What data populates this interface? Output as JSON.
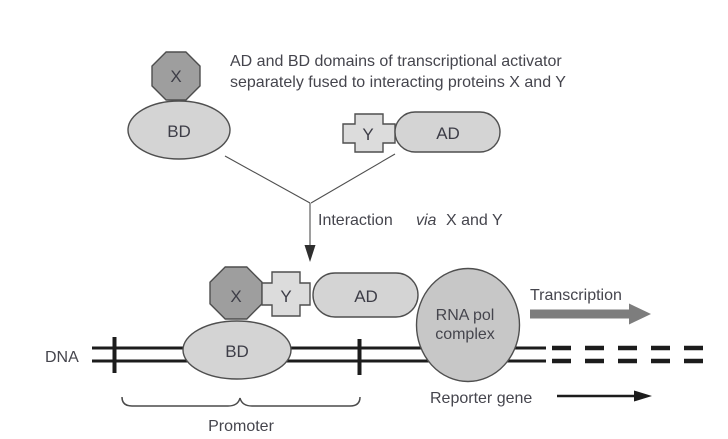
{
  "palette": {
    "shape_dark": "#9e9e9e",
    "shape_light": "#d4d4d4",
    "cross_fill": "#dcdcdc",
    "rna_fill": "#c7c7c7",
    "arrow_gray": "#7d7d7d",
    "text_color": "#45454d",
    "line_black": "#1c1c1c"
  },
  "heading": {
    "line1": "AD and BD domains of transcriptional activator",
    "line2": "separately fused to interacting proteins X and Y"
  },
  "top_assembly": {
    "x_label": "X",
    "bd_label": "BD",
    "y_label": "Y",
    "ad_label": "AD"
  },
  "interaction": {
    "prefix": "Interaction",
    "via": "via",
    "suffix": "X and Y"
  },
  "bottom_assembly": {
    "x_label": "X",
    "y_label": "Y",
    "ad_label": "AD",
    "bd_label": "BD",
    "rna_line1": "RNA pol",
    "rna_line2": "complex"
  },
  "labels": {
    "dna": "DNA",
    "transcription": "Transcription",
    "reporter_gene": "Reporter gene",
    "promoter": "Promoter"
  }
}
